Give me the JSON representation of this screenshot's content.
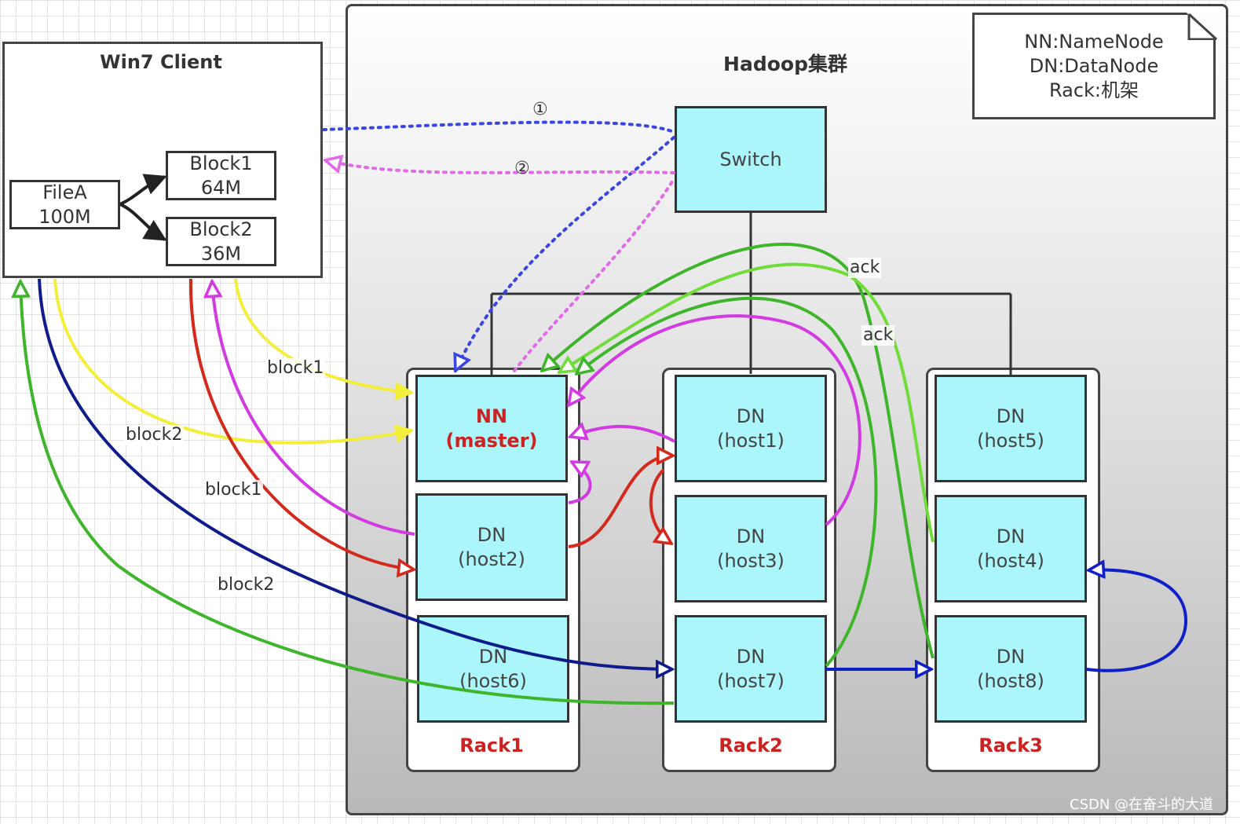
{
  "client": {
    "title": "Win7 Client"
  },
  "file": {
    "name": "FileA",
    "size": "100M"
  },
  "blocks": [
    {
      "name": "Block1",
      "size": "64M"
    },
    {
      "name": "Block2",
      "size": "36M"
    }
  ],
  "cluster": {
    "title": "Hadoop集群"
  },
  "legend": [
    "NN:NameNode",
    "DN:DataNode",
    "Rack:机架"
  ],
  "switch": {
    "label": "Switch"
  },
  "racks": [
    {
      "label": "Rack1",
      "nodes": [
        {
          "line1": "NN",
          "line2": "(master)"
        },
        {
          "line1": "DN",
          "line2": "(host2)"
        },
        {
          "line1": "DN",
          "line2": "(host6)"
        }
      ]
    },
    {
      "label": "Rack2",
      "nodes": [
        {
          "line1": "DN",
          "line2": "(host1)"
        },
        {
          "line1": "DN",
          "line2": "(host3)"
        },
        {
          "line1": "DN",
          "line2": "(host7)"
        }
      ]
    },
    {
      "label": "Rack3",
      "nodes": [
        {
          "line1": "DN",
          "line2": "(host5)"
        },
        {
          "line1": "DN",
          "line2": "(host4)"
        },
        {
          "line1": "DN",
          "line2": "(host8)"
        }
      ]
    }
  ],
  "edge_labels": {
    "step1": "①",
    "step2": "②",
    "block1_a": "block1",
    "block2_a": "block2",
    "block1_b": "block1",
    "block2_b": "block2",
    "ack_1": "ack",
    "ack_2": "ack"
  },
  "colors": {
    "node_fill": "#aaf6fb",
    "rack_label": "#cc2222",
    "dotted_request": "#3b46e0",
    "dotted_response": "#e06be8",
    "yellow_flow": "#f2ee3a",
    "purple_flow": "#d23be2",
    "red_flow": "#d42a1e",
    "navy_flow": "#101c8c",
    "green_flow": "#3fb52b",
    "light_green_flow": "#6fdc3a",
    "blue_flow": "#1020c8"
  },
  "watermark": "CSDN @在奋斗的大道"
}
